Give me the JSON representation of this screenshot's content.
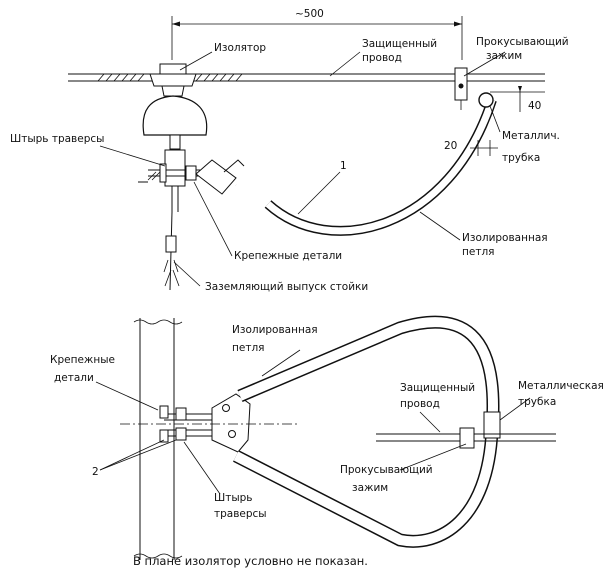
{
  "dimension": "~500",
  "top_view": {
    "insulator": "Изолятор",
    "protected_wire": [
      "Защищенный",
      "провод"
    ],
    "piercing_clamp": [
      "Прокусывающий",
      "зажим"
    ],
    "dim_40": "40",
    "dim_20": "20",
    "metal_tube": [
      "Металлич.",
      "трубка"
    ],
    "traverse_pin": "Штырь траверсы",
    "callout_1": "1",
    "insulated_loop": [
      "Изолированная",
      "петля"
    ],
    "fasteners": "Крепежные детали",
    "grounding_outlet": "Заземляющий выпуск стойки"
  },
  "plan_view": {
    "insulated_loop": [
      "Изолированная",
      "петля"
    ],
    "fasteners": [
      "Крепежные",
      "детали"
    ],
    "protected_wire": [
      "Защищенный",
      "провод"
    ],
    "metal_tube": [
      "Металлическая",
      "трубка"
    ],
    "callout_2": "2",
    "piercing_clamp": [
      "Прокусывающий",
      "зажим"
    ],
    "traverse_pin": [
      "Штырь",
      "траверсы"
    ]
  },
  "footnote": "В плане изолятор условно не показан."
}
